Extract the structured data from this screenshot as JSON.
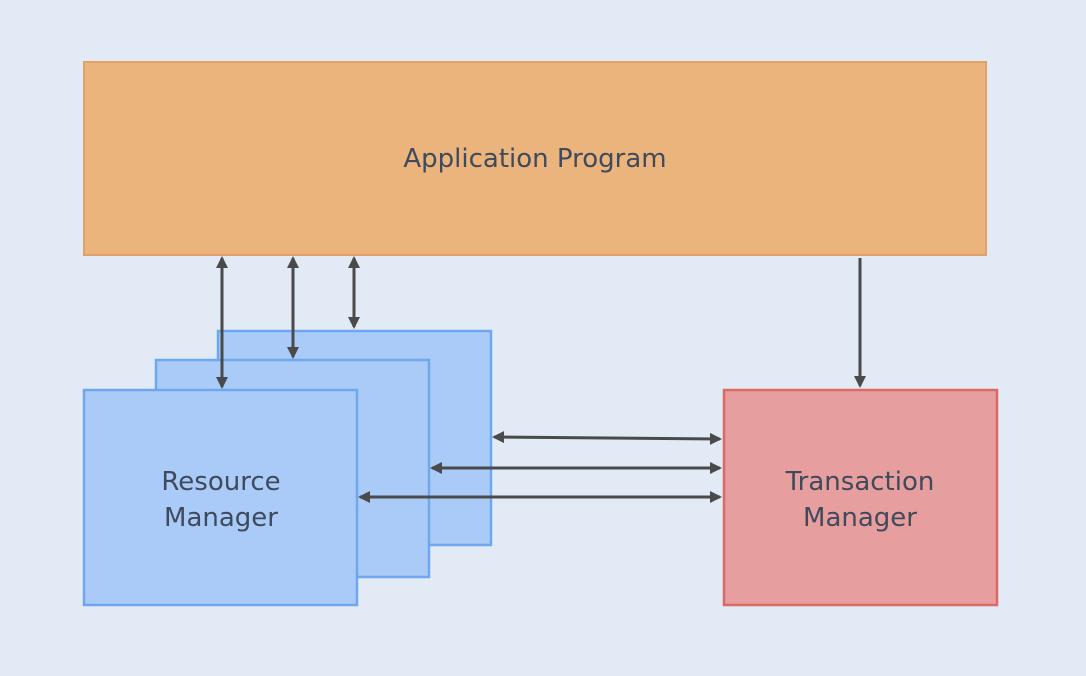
{
  "application_program": {
    "label": "Application Program"
  },
  "resource_manager": {
    "label_line1": "Resource",
    "label_line2": "Manager"
  },
  "transaction_manager": {
    "label_line1": "Transaction",
    "label_line2": "Manager"
  },
  "colors": {
    "background": "#e2eaf6",
    "application_fill": "#ebb47c",
    "application_border": "#e2a166",
    "resource_fill": "#aacbf7",
    "resource_border": "#6fa7ef",
    "transaction_fill": "#e69f9e",
    "transaction_border": "#db6964",
    "arrow": "#4a4a4a"
  }
}
